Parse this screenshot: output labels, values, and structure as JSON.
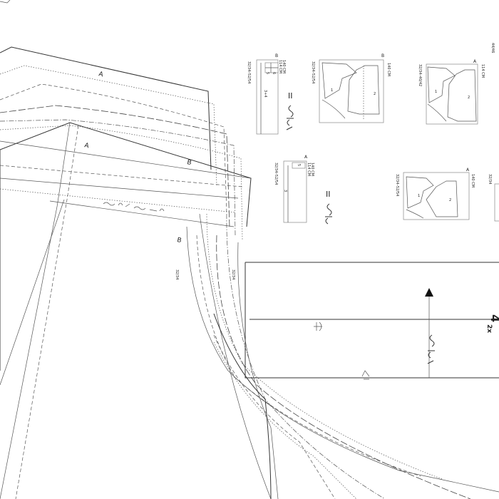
{
  "colors": {
    "line": "#333333",
    "paper": "#ffffff"
  },
  "pieces": {
    "label_a_top": "A",
    "label_a_mid": "A",
    "label_b_1": "B",
    "label_b_2": "B",
    "size_line_1": "32/34",
    "size_line_2": "32/34"
  },
  "legends": [
    {
      "side_b": "B",
      "size_range": "32/34–52/54",
      "width_1": "114 CM",
      "width_2": "140 CM",
      "marks": [
        "5",
        "6"
      ],
      "count": "3+4",
      "roman": "II"
    },
    {
      "side_b": "A",
      "size_range": "32/34–52/54",
      "width_1": "114 CM",
      "width_2": "140 CM",
      "marks": [
        "5"
      ],
      "count": "3",
      "roman": "II"
    }
  ],
  "layouts": [
    {
      "size_range": "32/34–52/54",
      "width": "140 CM",
      "side": "B",
      "parts": [
        "1",
        "2"
      ]
    },
    {
      "size_range": "32/34–40/42",
      "width": "114 CM",
      "side": "A",
      "parts": [
        "1",
        "2"
      ],
      "extra": "44/46"
    },
    {
      "size_range": "32/34–52/54",
      "width": "140 CM",
      "side": "A",
      "parts": [
        "1",
        "2"
      ]
    },
    {
      "size_range": "32/34",
      "width": "",
      "side": "",
      "parts": []
    }
  ],
  "grain": {
    "number": "4",
    "mark": "2x"
  }
}
